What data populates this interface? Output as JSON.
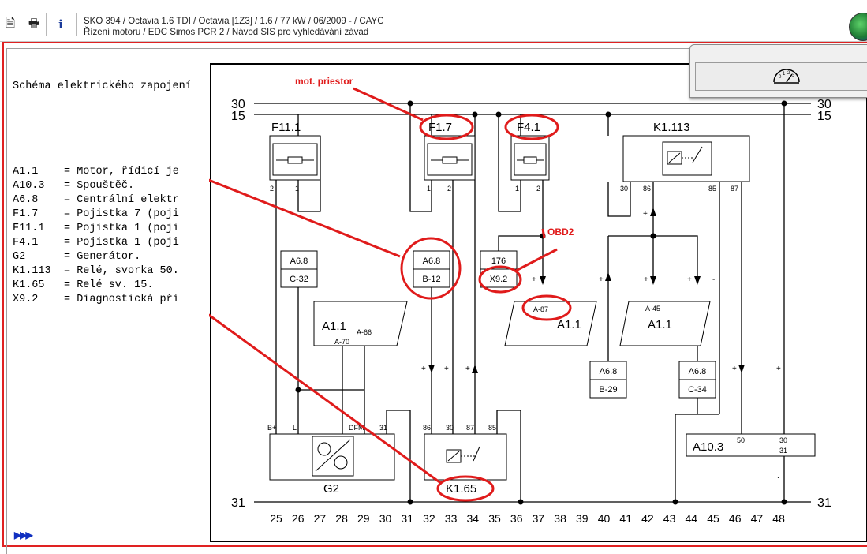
{
  "toolbar": {
    "buttons": [
      {
        "name": "document-icon",
        "glyph": "🗎"
      },
      {
        "name": "printer-icon",
        "glyph": "🖶"
      },
      {
        "name": "info-icon",
        "glyph": "i"
      }
    ],
    "vehicle_line1": "SKO 394 / Octavia 1.6 TDI / Octavia [1Z3] / 1.6 / 77 kW / 06/2009 -  / CAYC",
    "vehicle_line2": "Řízení motoru / EDC Simos PCR 2  / Návod SIS pro vyhledávání závad"
  },
  "legend": {
    "title": "Schéma elektrického zapojení",
    "items": [
      {
        "code": "A1.1",
        "desc": "Motor, řídicí je"
      },
      {
        "code": "A10.3",
        "desc": "Spouštěč."
      },
      {
        "code": "A6.8",
        "desc": "Centrální elektr"
      },
      {
        "code": "F1.7",
        "desc": "Pojistka 7 (poji"
      },
      {
        "code": "F11.1",
        "desc": "Pojistka 1 (poji"
      },
      {
        "code": "F4.1",
        "desc": "Pojistka 1 (poji"
      },
      {
        "code": "G2",
        "desc": "Generátor."
      },
      {
        "code": "K1.113",
        "desc": "Relé, svorka 50."
      },
      {
        "code": "K1.65",
        "desc": "Relé sv. 15."
      },
      {
        "code": "X9.2",
        "desc": "Diagnostická pří"
      }
    ]
  },
  "schema": {
    "rail_labels": {
      "r30": "30",
      "r15": "15",
      "r31": "31"
    },
    "columns": [
      "25",
      "26",
      "27",
      "28",
      "29",
      "30",
      "31",
      "32",
      "33",
      "34",
      "35",
      "36",
      "37",
      "38",
      "39",
      "40",
      "41",
      "42",
      "43",
      "44",
      "45",
      "46",
      "47",
      "48"
    ],
    "components": {
      "f11_1": "F11.1",
      "f1_7": "F1.7",
      "f4_1": "F4.1",
      "k1_113": "K1.113",
      "a1_1_left": "A1.1",
      "a1_1_mid": "A1.1",
      "a1_1_right": "A1.1",
      "g2": "G2",
      "k1_65": "K1.65",
      "a10_3": "A10.3"
    },
    "connectors": {
      "a68_c32": [
        "A6.8",
        "C-32"
      ],
      "a68_b12": [
        "A6.8",
        "B-12"
      ],
      "x92": [
        "176",
        "X9.2"
      ],
      "a68_b29": [
        "A6.8",
        "B-29"
      ],
      "a68_c34": [
        "A6.8",
        "C-34"
      ]
    },
    "pins": {
      "f11_1": [
        "2",
        "1"
      ],
      "f1_7": [
        "1",
        "2"
      ],
      "f4_1": [
        "1",
        "2"
      ],
      "k1_113": [
        "30",
        "86",
        "85",
        "87"
      ],
      "g2": [
        "B+",
        "L",
        "DFM",
        "31"
      ],
      "k1_65": [
        "86",
        "30",
        "87",
        "85"
      ],
      "a1_1_left": [
        "A-70",
        "A-66"
      ],
      "a1_1_mid": [
        "A-87"
      ],
      "a1_1_right": [
        "A-45"
      ],
      "a10_3": [
        "50",
        "30",
        "31"
      ]
    },
    "annotations": {
      "mot_priestor": "mot. priestor",
      "obd2": "OBD2"
    },
    "annotation_color": "#e01b1b"
  },
  "nav": {
    "arrows": "▶▶▶"
  }
}
